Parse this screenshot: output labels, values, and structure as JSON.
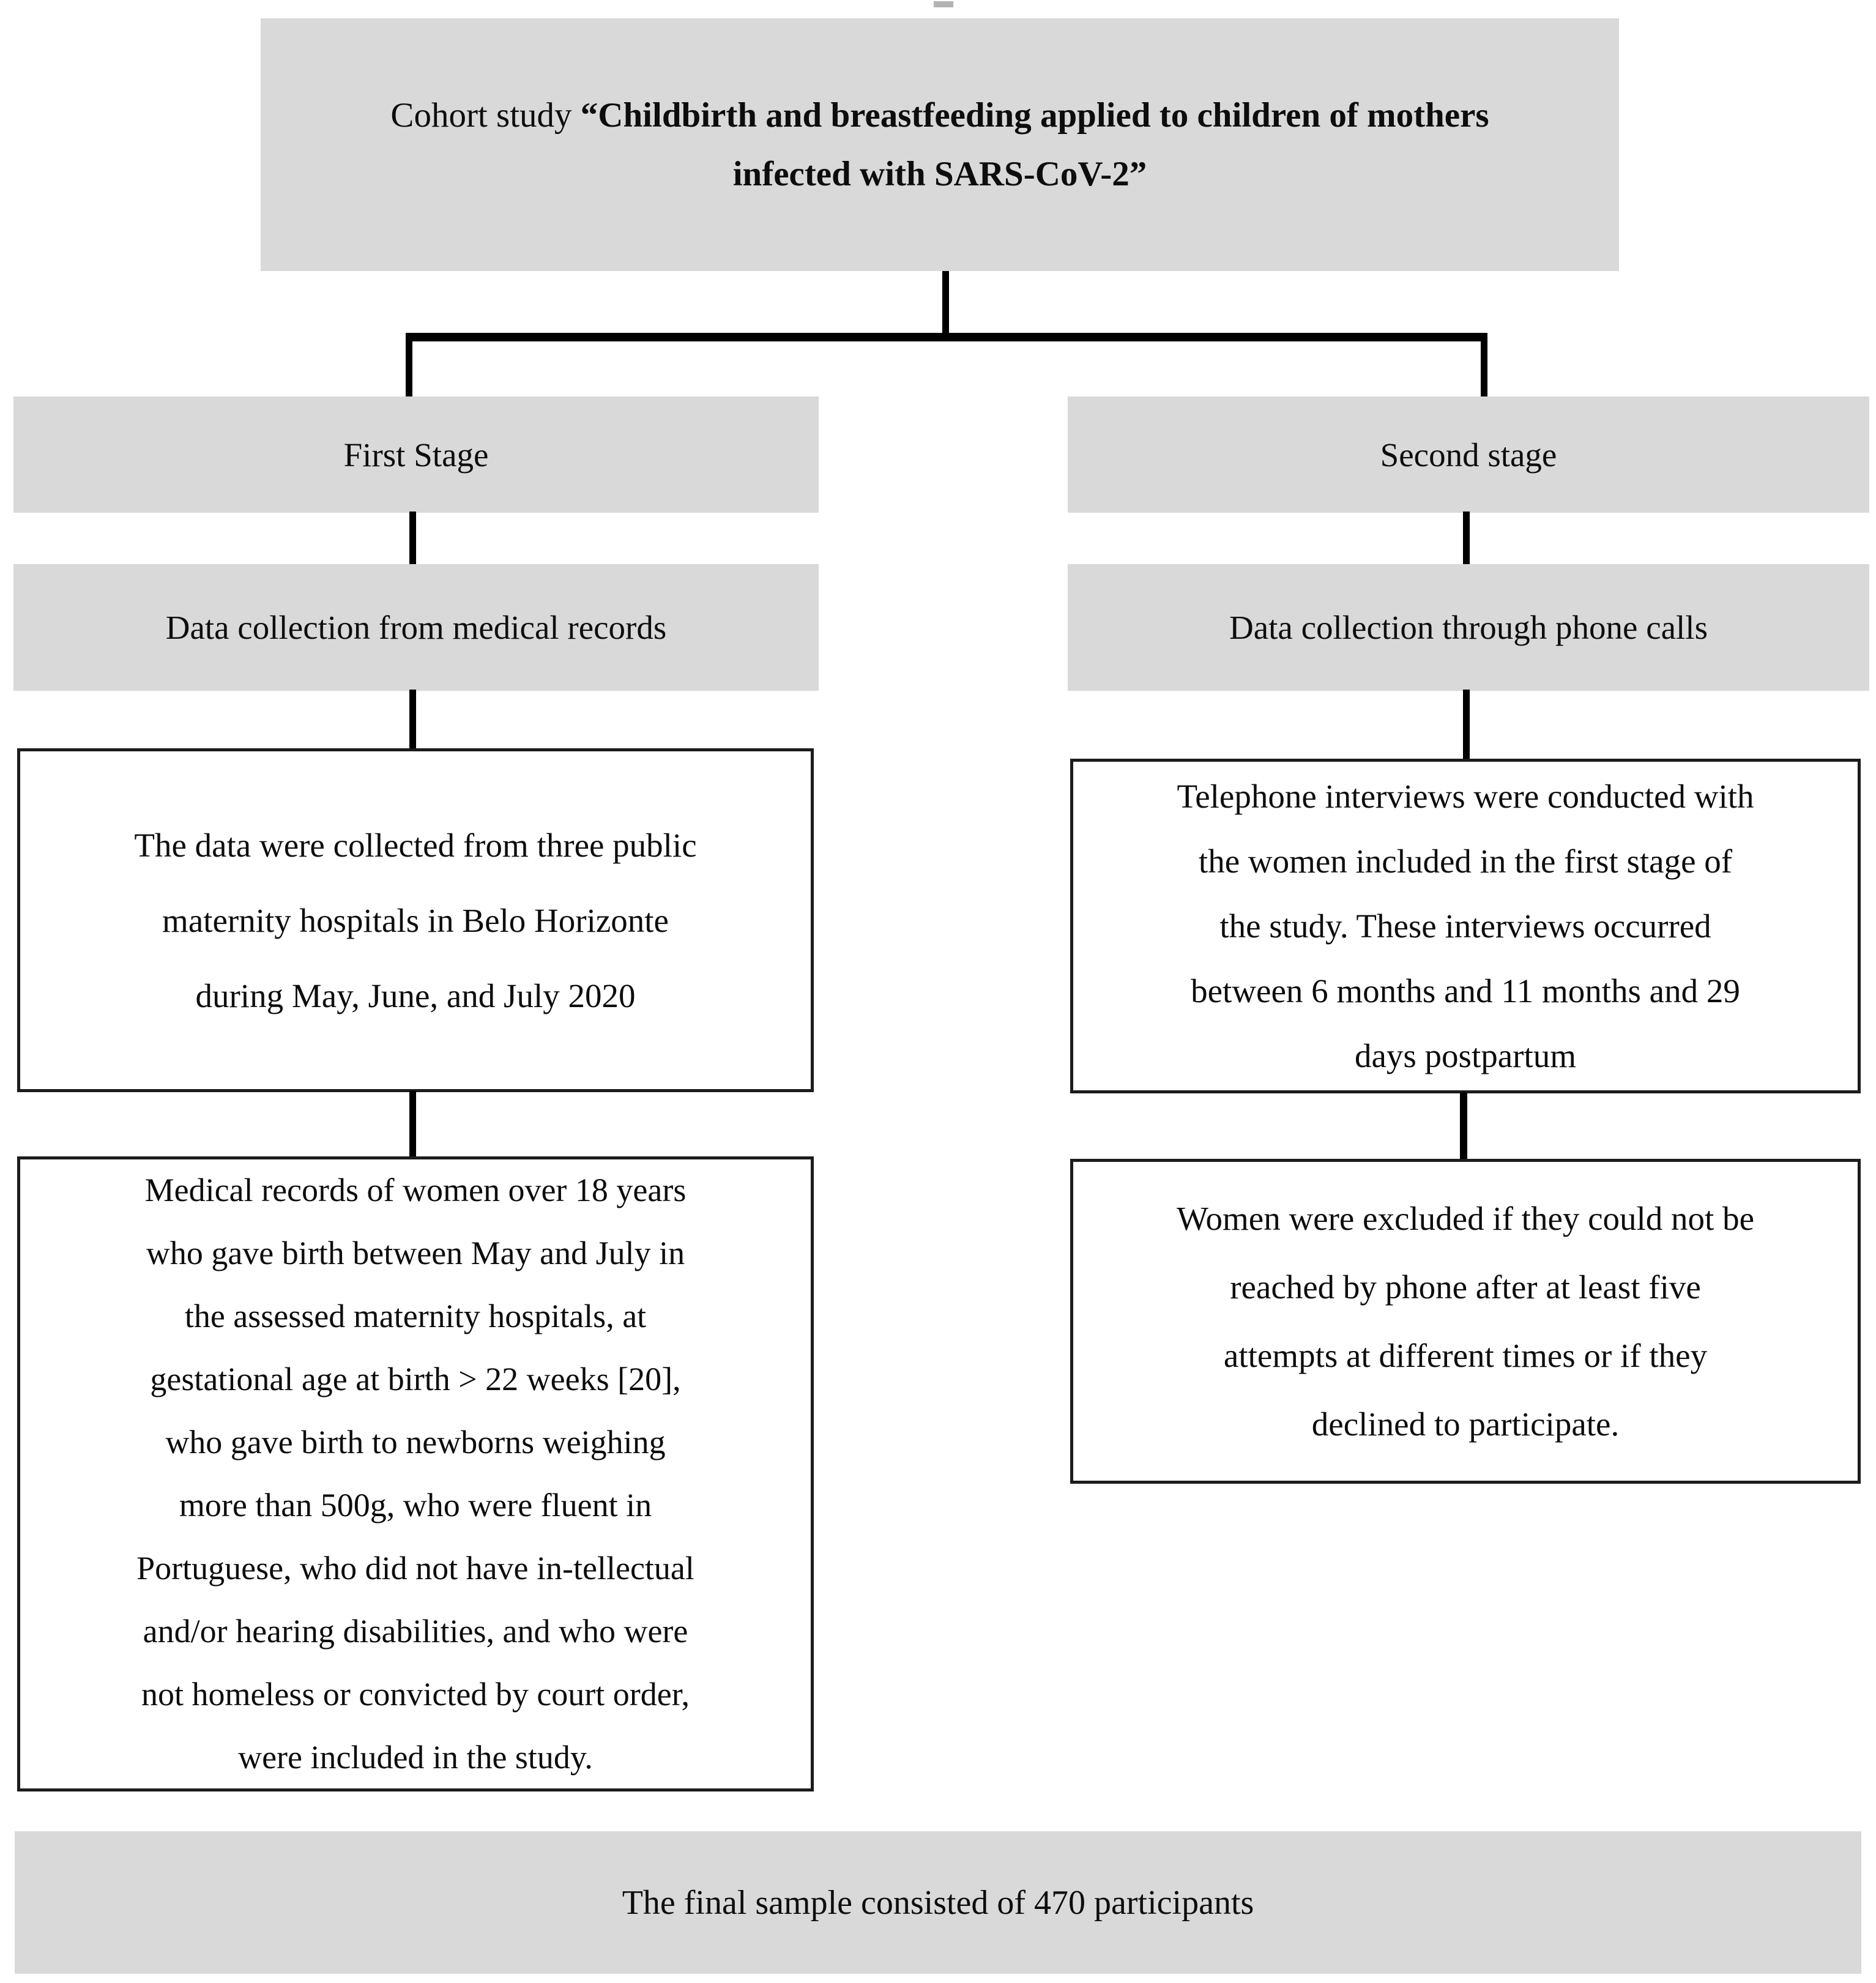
{
  "colors": {
    "box_gray": "#d9d9d9",
    "connector_black": "#000000",
    "border_dark": "#1c1c1c",
    "background": "#ffffff"
  },
  "title": {
    "regular": "Cohort study ",
    "bold_line1": "“Childbirth and breastfeeding applied to children of mothers",
    "bold_line2": "infected with SARS-CoV-2”"
  },
  "left_column": {
    "stage_label": "First Stage",
    "collection_label": "Data collection from medical records",
    "detail": "The data were collected from three public\nmaternity hospitals in Belo Horizonte\nduring May, June, and July 2020",
    "criteria": "Medical records of women over 18 years\nwho gave birth between May and July in\nthe assessed maternity hospitals, at\ngestational age at birth > 22 weeks [20],\nwho gave birth to newborns weighing\nmore than 500g, who were fluent in\nPortuguese, who did not have in-tellectual\nand/or hearing disabilities, and who were\nnot homeless or convicted by court order,\nwere included in the study."
  },
  "right_column": {
    "stage_label": "Second stage",
    "collection_label": "Data collection through phone calls",
    "detail": "Telephone interviews were conducted with\nthe women included in the first stage of\nthe study. These interviews occurred\nbetween 6 months and 11 months and 29\ndays postpartum",
    "exclusion": "Women were excluded if they could not be\nreached by phone after at least five\nattempts at different times or if they\ndeclined to participate."
  },
  "footer": {
    "final_sample": "The final sample consisted of 470 participants"
  }
}
